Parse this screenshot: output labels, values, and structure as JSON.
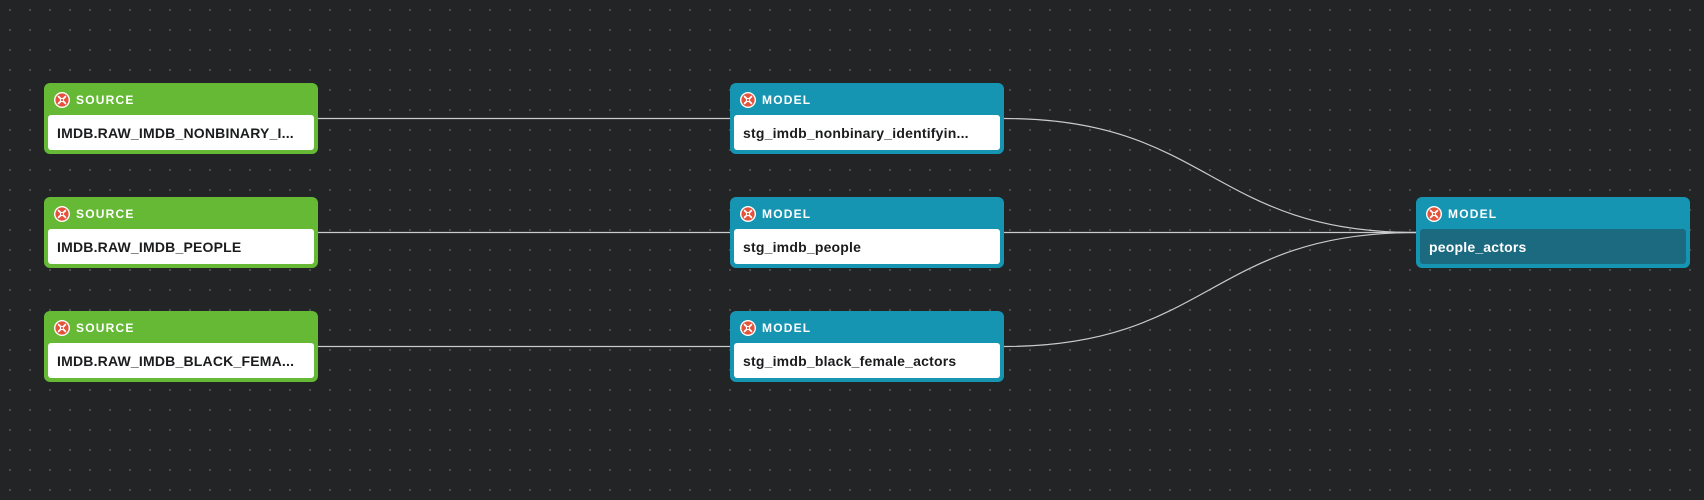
{
  "colors": {
    "canvas_bg": "#232425",
    "source_node": "#65b935",
    "model_node": "#1695b3",
    "selected_body": "#1c6a80",
    "edge": "#c9cbcd",
    "icon": "#e5533d"
  },
  "icon_name": "dbt-logo-icon",
  "nodes": [
    {
      "id": "src_nonbinary",
      "type_label": "SOURCE",
      "name": "IMDB.RAW_IMDB_NONBINARY_I..."
    },
    {
      "id": "src_people",
      "type_label": "SOURCE",
      "name": "IMDB.RAW_IMDB_PEOPLE"
    },
    {
      "id": "src_black_female",
      "type_label": "SOURCE",
      "name": "IMDB.RAW_IMDB_BLACK_FEMA..."
    },
    {
      "id": "stg_nonbinary",
      "type_label": "MODEL",
      "name": "stg_imdb_nonbinary_identifyin..."
    },
    {
      "id": "stg_people",
      "type_label": "MODEL",
      "name": "stg_imdb_people"
    },
    {
      "id": "stg_black_female",
      "type_label": "MODEL",
      "name": "stg_imdb_black_female_actors"
    },
    {
      "id": "people_actors",
      "type_label": "MODEL",
      "name": "people_actors",
      "selected": true
    }
  ],
  "edges": [
    {
      "from": "src_nonbinary",
      "to": "stg_nonbinary"
    },
    {
      "from": "src_people",
      "to": "stg_people"
    },
    {
      "from": "src_black_female",
      "to": "stg_black_female"
    },
    {
      "from": "stg_nonbinary",
      "to": "people_actors"
    },
    {
      "from": "stg_people",
      "to": "people_actors"
    },
    {
      "from": "stg_black_female",
      "to": "people_actors"
    }
  ]
}
